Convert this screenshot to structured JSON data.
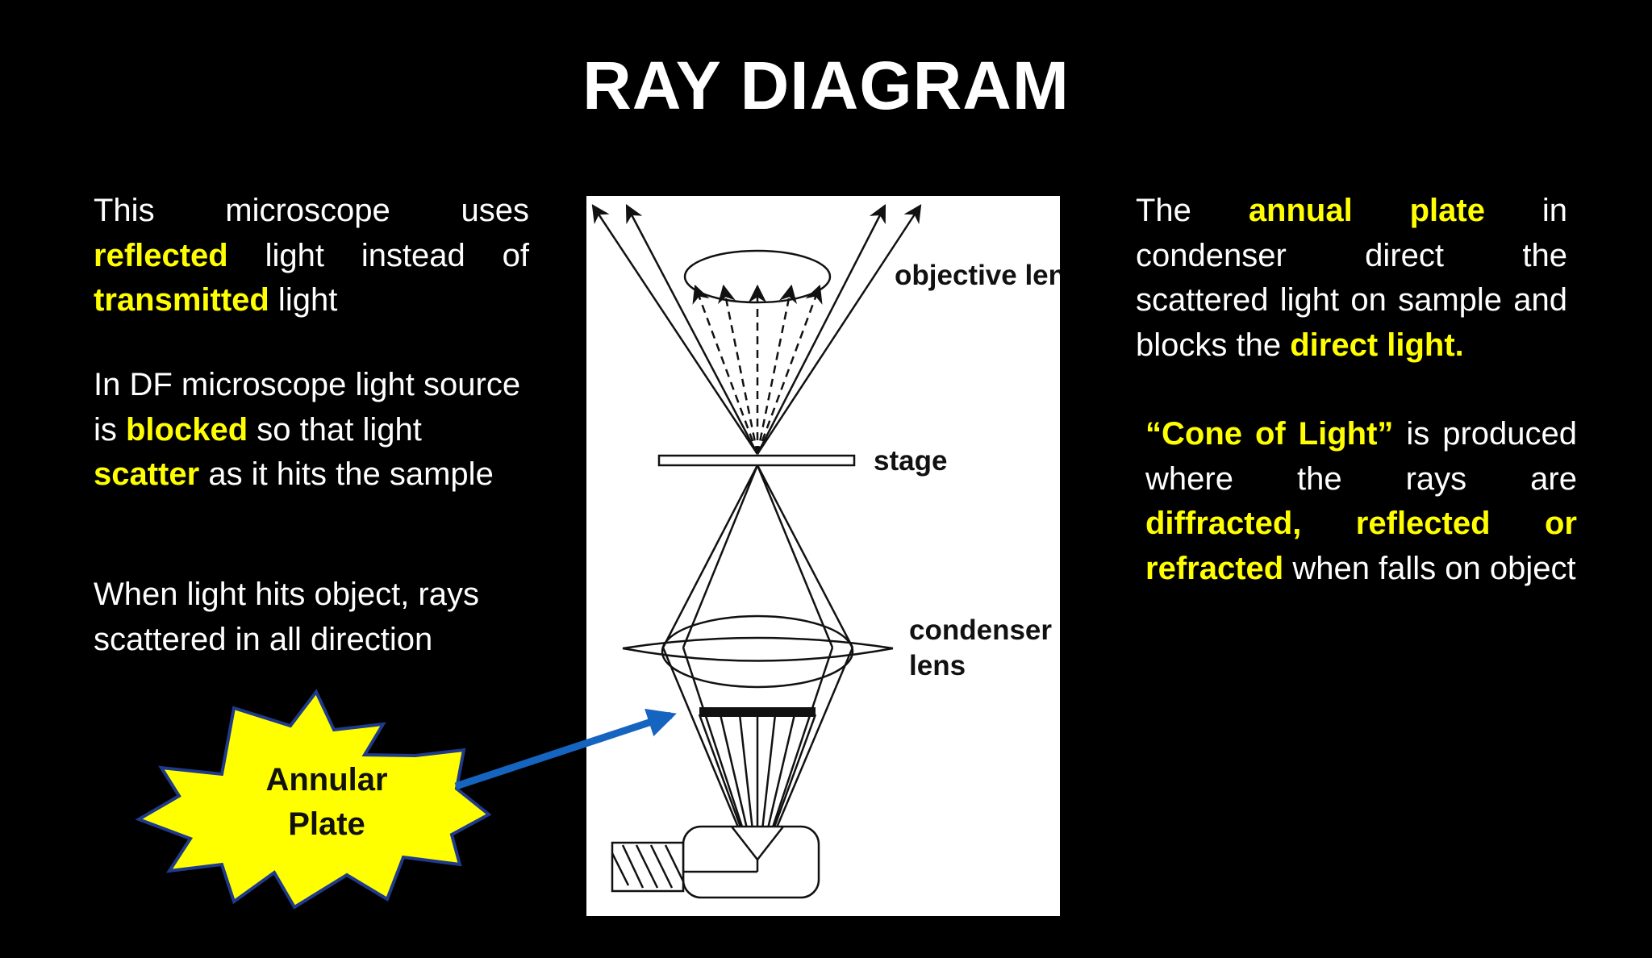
{
  "title": "RAY DIAGRAM",
  "left": {
    "p1": {
      "t1": "This microscope uses ",
      "h1": "reflected",
      "t2": " light instead of ",
      "h2": "transmitted",
      "t3": " light"
    },
    "p2": {
      "t1": "In DF microscope light source is ",
      "h1": "blocked",
      "t2": " so that light ",
      "h2": "scatter",
      "t3": " as it hits the sample"
    },
    "p3": {
      "t1": "When light hits object, rays scattered in all direction"
    }
  },
  "right": {
    "p1": {
      "t1": "The ",
      "h1": "annual plate",
      "t2": " in condenser direct the scattered light on sample and blocks the ",
      "h2": "direct light."
    },
    "p2": {
      "h1": "“Cone of Light”",
      "t1": " is produced where the rays are ",
      "h2": "diffracted, reflected or refracted",
      "t2": " when falls on object"
    }
  },
  "figure": {
    "labels": {
      "objective": "objective lens",
      "stage": "stage",
      "condenser_1": "condenser",
      "condenser_2": "lens"
    }
  },
  "callout": {
    "line1": "Annular",
    "line2": "Plate"
  },
  "colors": {
    "background": "#000000",
    "text": "#ffffff",
    "highlight": "#ffff00",
    "callout_fill": "#ffff00",
    "callout_stroke": "#1f3a8a",
    "arrow": "#1565c0"
  }
}
